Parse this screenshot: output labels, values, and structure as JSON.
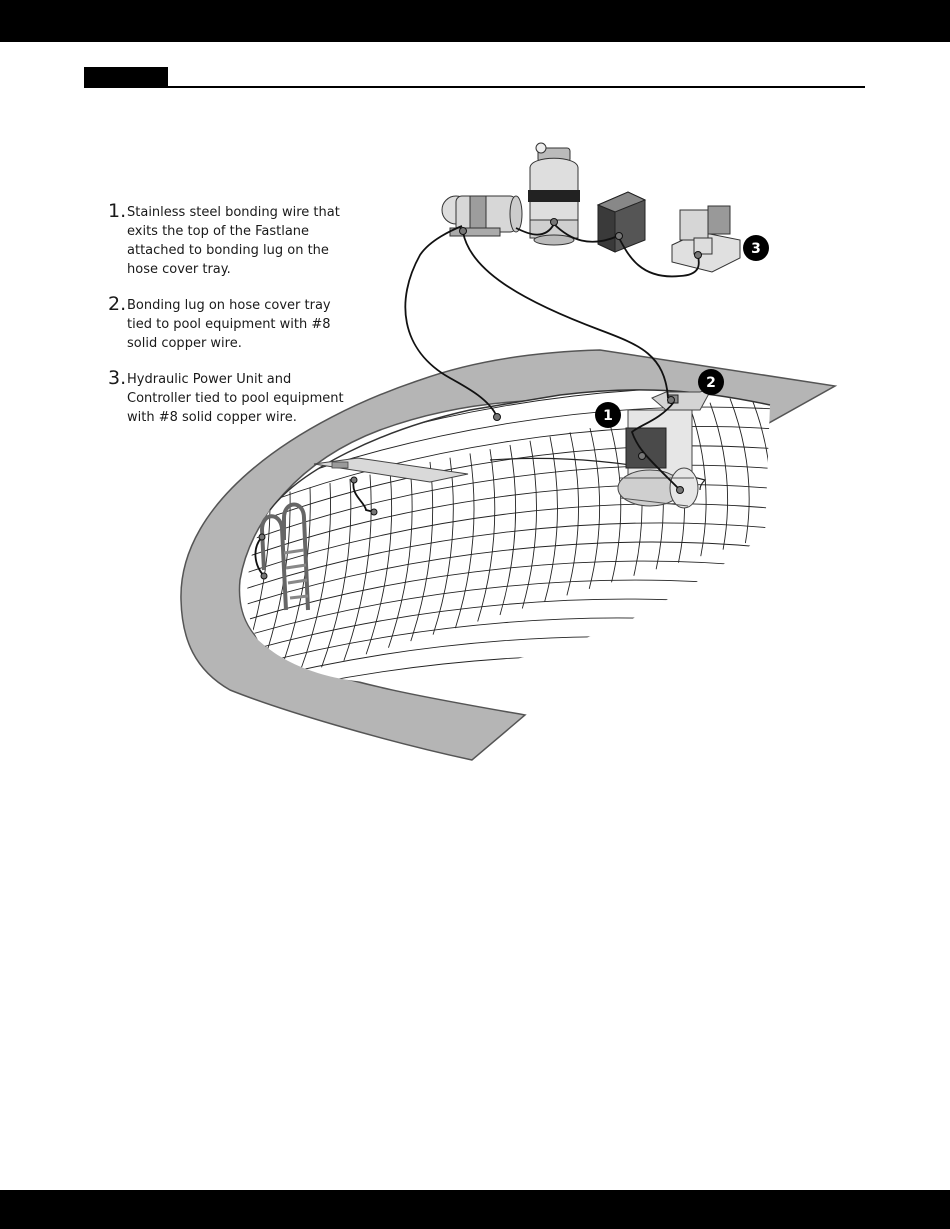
{
  "legend": {
    "items": [
      {
        "number": "1.",
        "text": "Stainless steel bonding wire that exits the top of the Fastlane attached to bonding lug on the hose cover tray."
      },
      {
        "number": "2.",
        "text": "Bonding lug on hose cover tray tied to pool equipment with #8 solid copper wire."
      },
      {
        "number": "3.",
        "text": "Hydraulic Power Unit and Controller tied to pool equipment with #8 solid copper wire."
      }
    ]
  },
  "callouts": [
    "1",
    "2",
    "3"
  ],
  "colors": {
    "deck": "#b5b5b5",
    "deck_outline": "#555555",
    "grid": "#222222",
    "wire": "#111111",
    "callout": "#000000",
    "bars": "#000000"
  }
}
